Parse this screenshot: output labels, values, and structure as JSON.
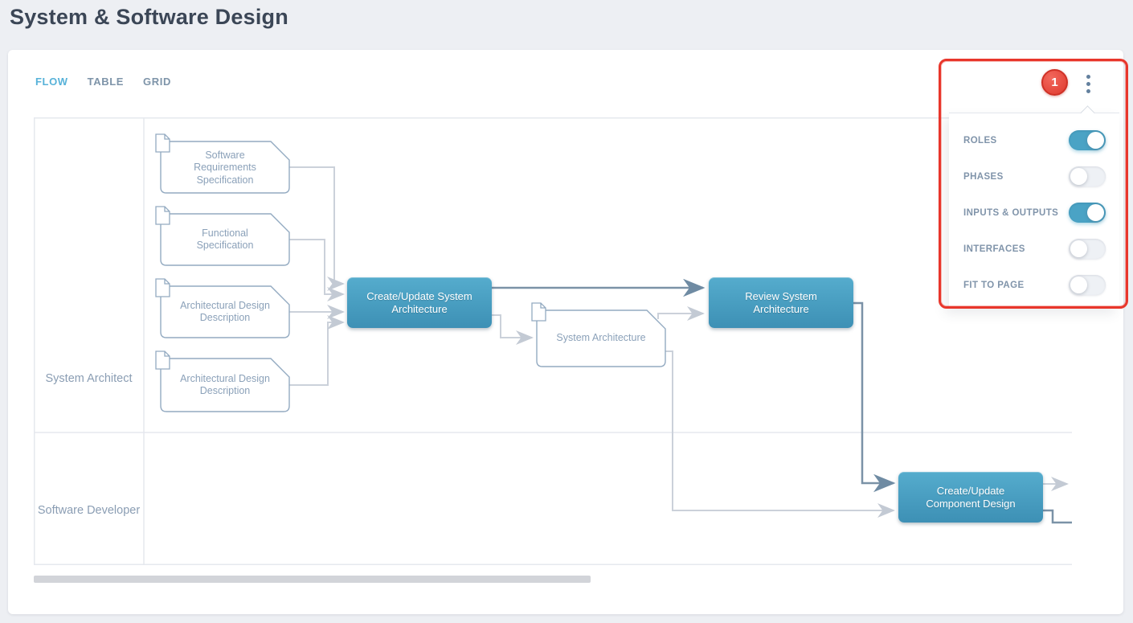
{
  "page": {
    "title": "System & Software Design"
  },
  "tabs": [
    {
      "label": "FLOW",
      "active": true
    },
    {
      "label": "TABLE",
      "active": false
    },
    {
      "label": "GRID",
      "active": false
    }
  ],
  "annotation": {
    "badge": "1"
  },
  "menu": {
    "toggles": [
      {
        "label": "ROLES",
        "on": true
      },
      {
        "label": "PHASES",
        "on": false
      },
      {
        "label": "INPUTS & OUTPUTS",
        "on": true
      },
      {
        "label": "INTERFACES",
        "on": false
      },
      {
        "label": "FIT TO PAGE",
        "on": false
      }
    ]
  },
  "diagram": {
    "lanes": [
      {
        "label": "System Architect"
      },
      {
        "label": "Software Developer"
      }
    ],
    "documents": [
      {
        "label": "Software Requirements Specification"
      },
      {
        "label": "Functional Specification"
      },
      {
        "label": "Architectural Design Description"
      },
      {
        "label": "Architectural Design Description"
      },
      {
        "label": "System Architecture"
      }
    ],
    "activities": [
      {
        "label": "Create/Update System Architecture"
      },
      {
        "label": "Review System Architecture"
      },
      {
        "label": "Create/Update Component Design"
      }
    ],
    "colors": {
      "activity_top": "#55accd",
      "activity_bottom": "#3d90b5",
      "document_border": "#93aac1",
      "connector_light": "#cbd1da",
      "connector_dark": "#7b92a7",
      "tab_active": "#57b2d9",
      "toggle_on": "#4aa3c5",
      "annotation_red": "#e8362b"
    }
  }
}
